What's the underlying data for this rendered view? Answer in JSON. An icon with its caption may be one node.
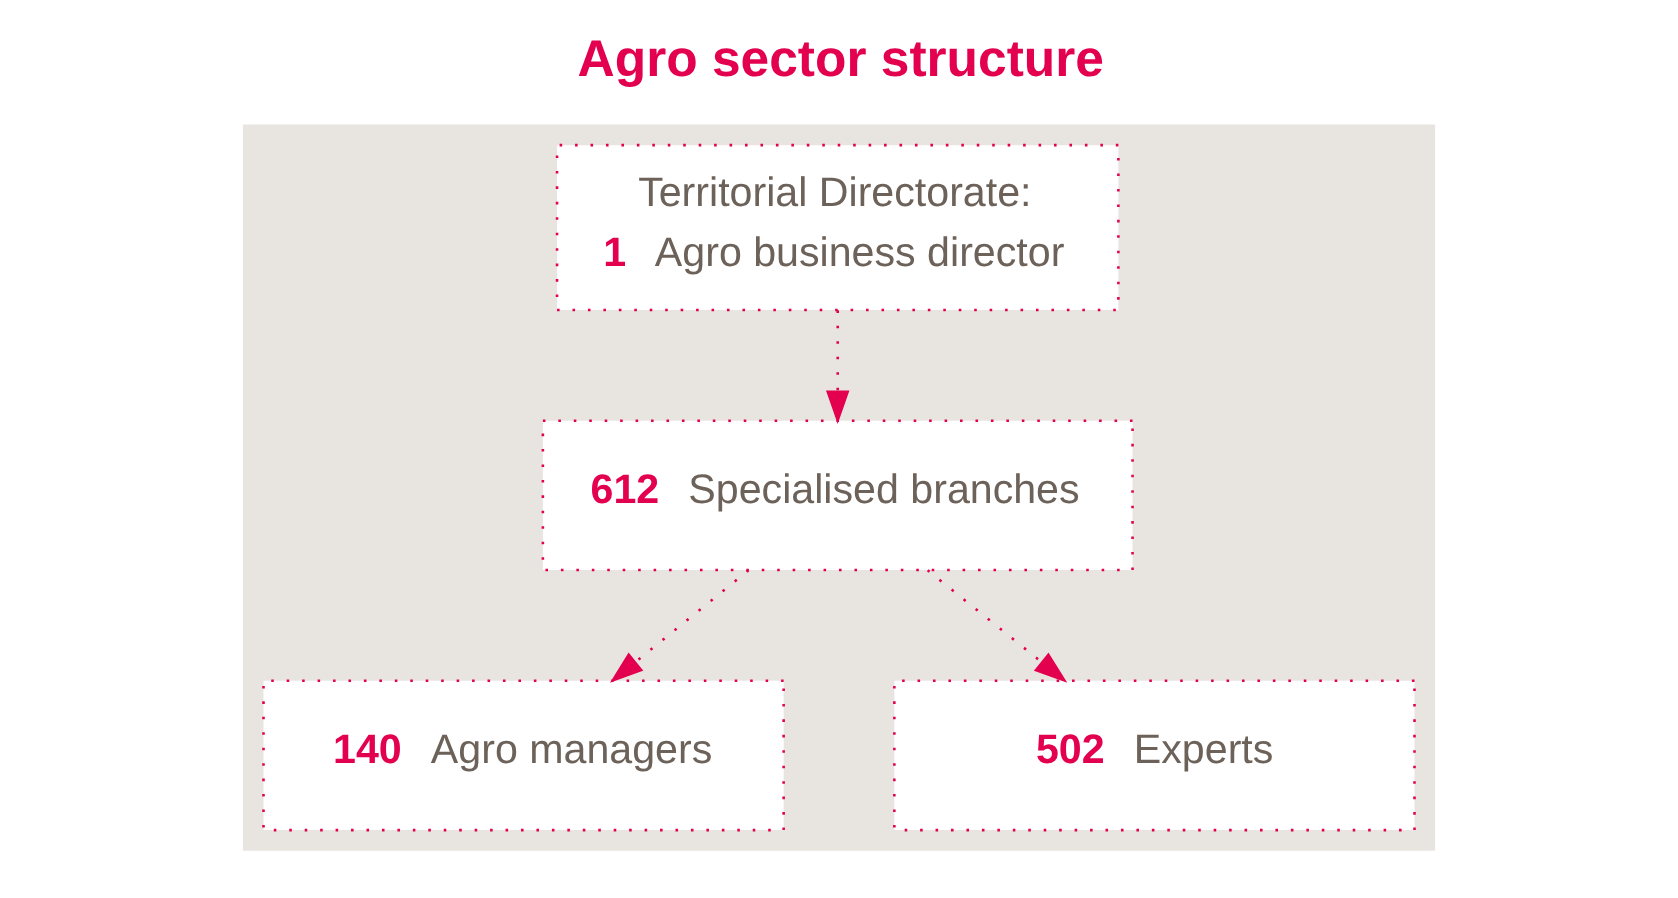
{
  "diagram": {
    "title": "Agro sector structure",
    "nodes": [
      {
        "text": [],
        "shape": "box"
      },
      {
        "text": [
          "Territorial Directorate:",
          "1",
          "Agro business director"
        ],
        "in": 0
      },
      {
        "text": [
          "612",
          "Specialised branches"
        ],
        "in": 0
      },
      {
        "text": [
          "140",
          "Agro managers"
        ],
        "in": 0
      },
      {
        "text": [
          "502",
          "Experts"
        ],
        "in": 0
      }
    ],
    "edges": [
      {
        "from": 1,
        "to": 2,
        "arrow": "to"
      },
      {
        "from": 2,
        "to": 3,
        "arrow": "to"
      },
      {
        "from": 2,
        "to": 4,
        "arrow": "to"
      }
    ]
  }
}
